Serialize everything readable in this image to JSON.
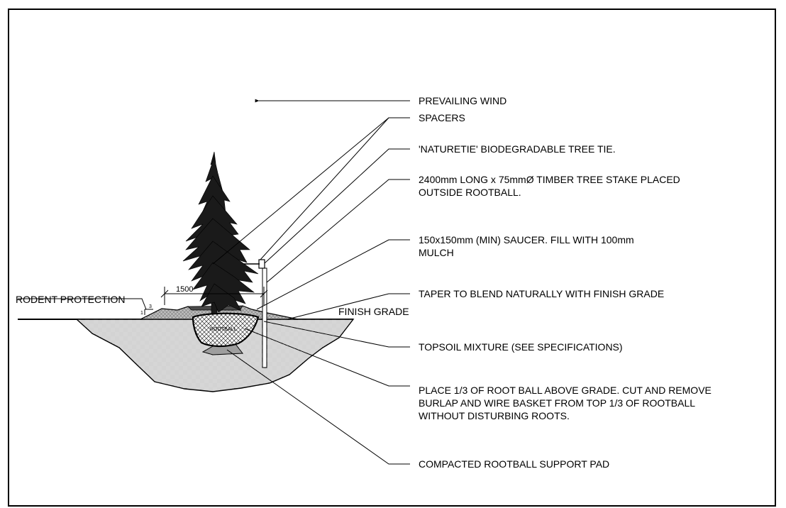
{
  "labels": {
    "prevailing_wind": "PREVAILING WIND",
    "spacers": "SPACERS",
    "tree_tie": "'NATURETIE' BIODEGRADABLE TREE TIE.",
    "stake_line1": "2400mm LONG x 75mmØ TIMBER TREE STAKE PLACED",
    "stake_line2": "OUTSIDE ROOTBALL.",
    "saucer_line1": "150x150mm (MIN) SAUCER. FILL WITH 100mm",
    "saucer_line2": "MULCH",
    "taper": "TAPER TO BLEND NATURALLY WITH FINISH GRADE",
    "finish_grade": "FINISH GRADE",
    "rodent_protection": "RODENT PROTECTION",
    "topsoil": "TOPSOIL MIXTURE (SEE SPECIFICATIONS)",
    "place_line1": "PLACE 1/3 OF ROOT BALL ABOVE GRADE. CUT AND REMOVE",
    "place_line2": "BURLAP AND WIRE BASKET FROM TOP 1/3 OF ROOTBALL",
    "place_line3": "WITHOUT DISTURBING ROOTS.",
    "support_pad": "COMPACTED ROOTBALL SUPPORT PAD",
    "dimension": "1500",
    "rootball": "ROOTBALL",
    "slope_rise": "3",
    "slope_run": "1"
  }
}
